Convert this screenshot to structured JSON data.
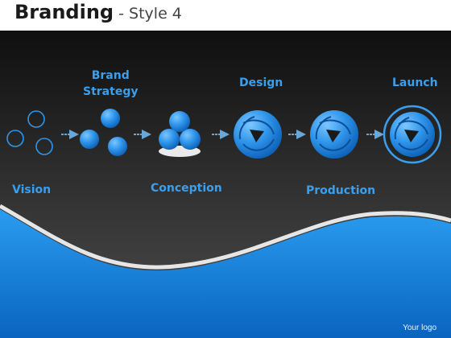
{
  "title": {
    "main": "Branding",
    "separator": " - ",
    "sub": "Style 4"
  },
  "stages": [
    {
      "id": "vision",
      "label": "Vision"
    },
    {
      "id": "brand-strategy",
      "label": "Brand\nStrategy"
    },
    {
      "id": "conception",
      "label": "Conception"
    },
    {
      "id": "design",
      "label": "Design"
    },
    {
      "id": "production",
      "label": "Production"
    },
    {
      "id": "launch",
      "label": "Launch"
    }
  ],
  "footer": "Your logo",
  "colors": {
    "accent": "#3a9fef",
    "background_dark": "#1f1f1f",
    "wave": "#1a88e0"
  },
  "icons": [
    "circle-outline-cluster-icon",
    "sphere-cluster-icon",
    "sphere-trio-icon",
    "swirl-sphere-icon",
    "swirl-sphere-icon",
    "swirl-sphere-ring-icon",
    "arrow-right-icon"
  ]
}
